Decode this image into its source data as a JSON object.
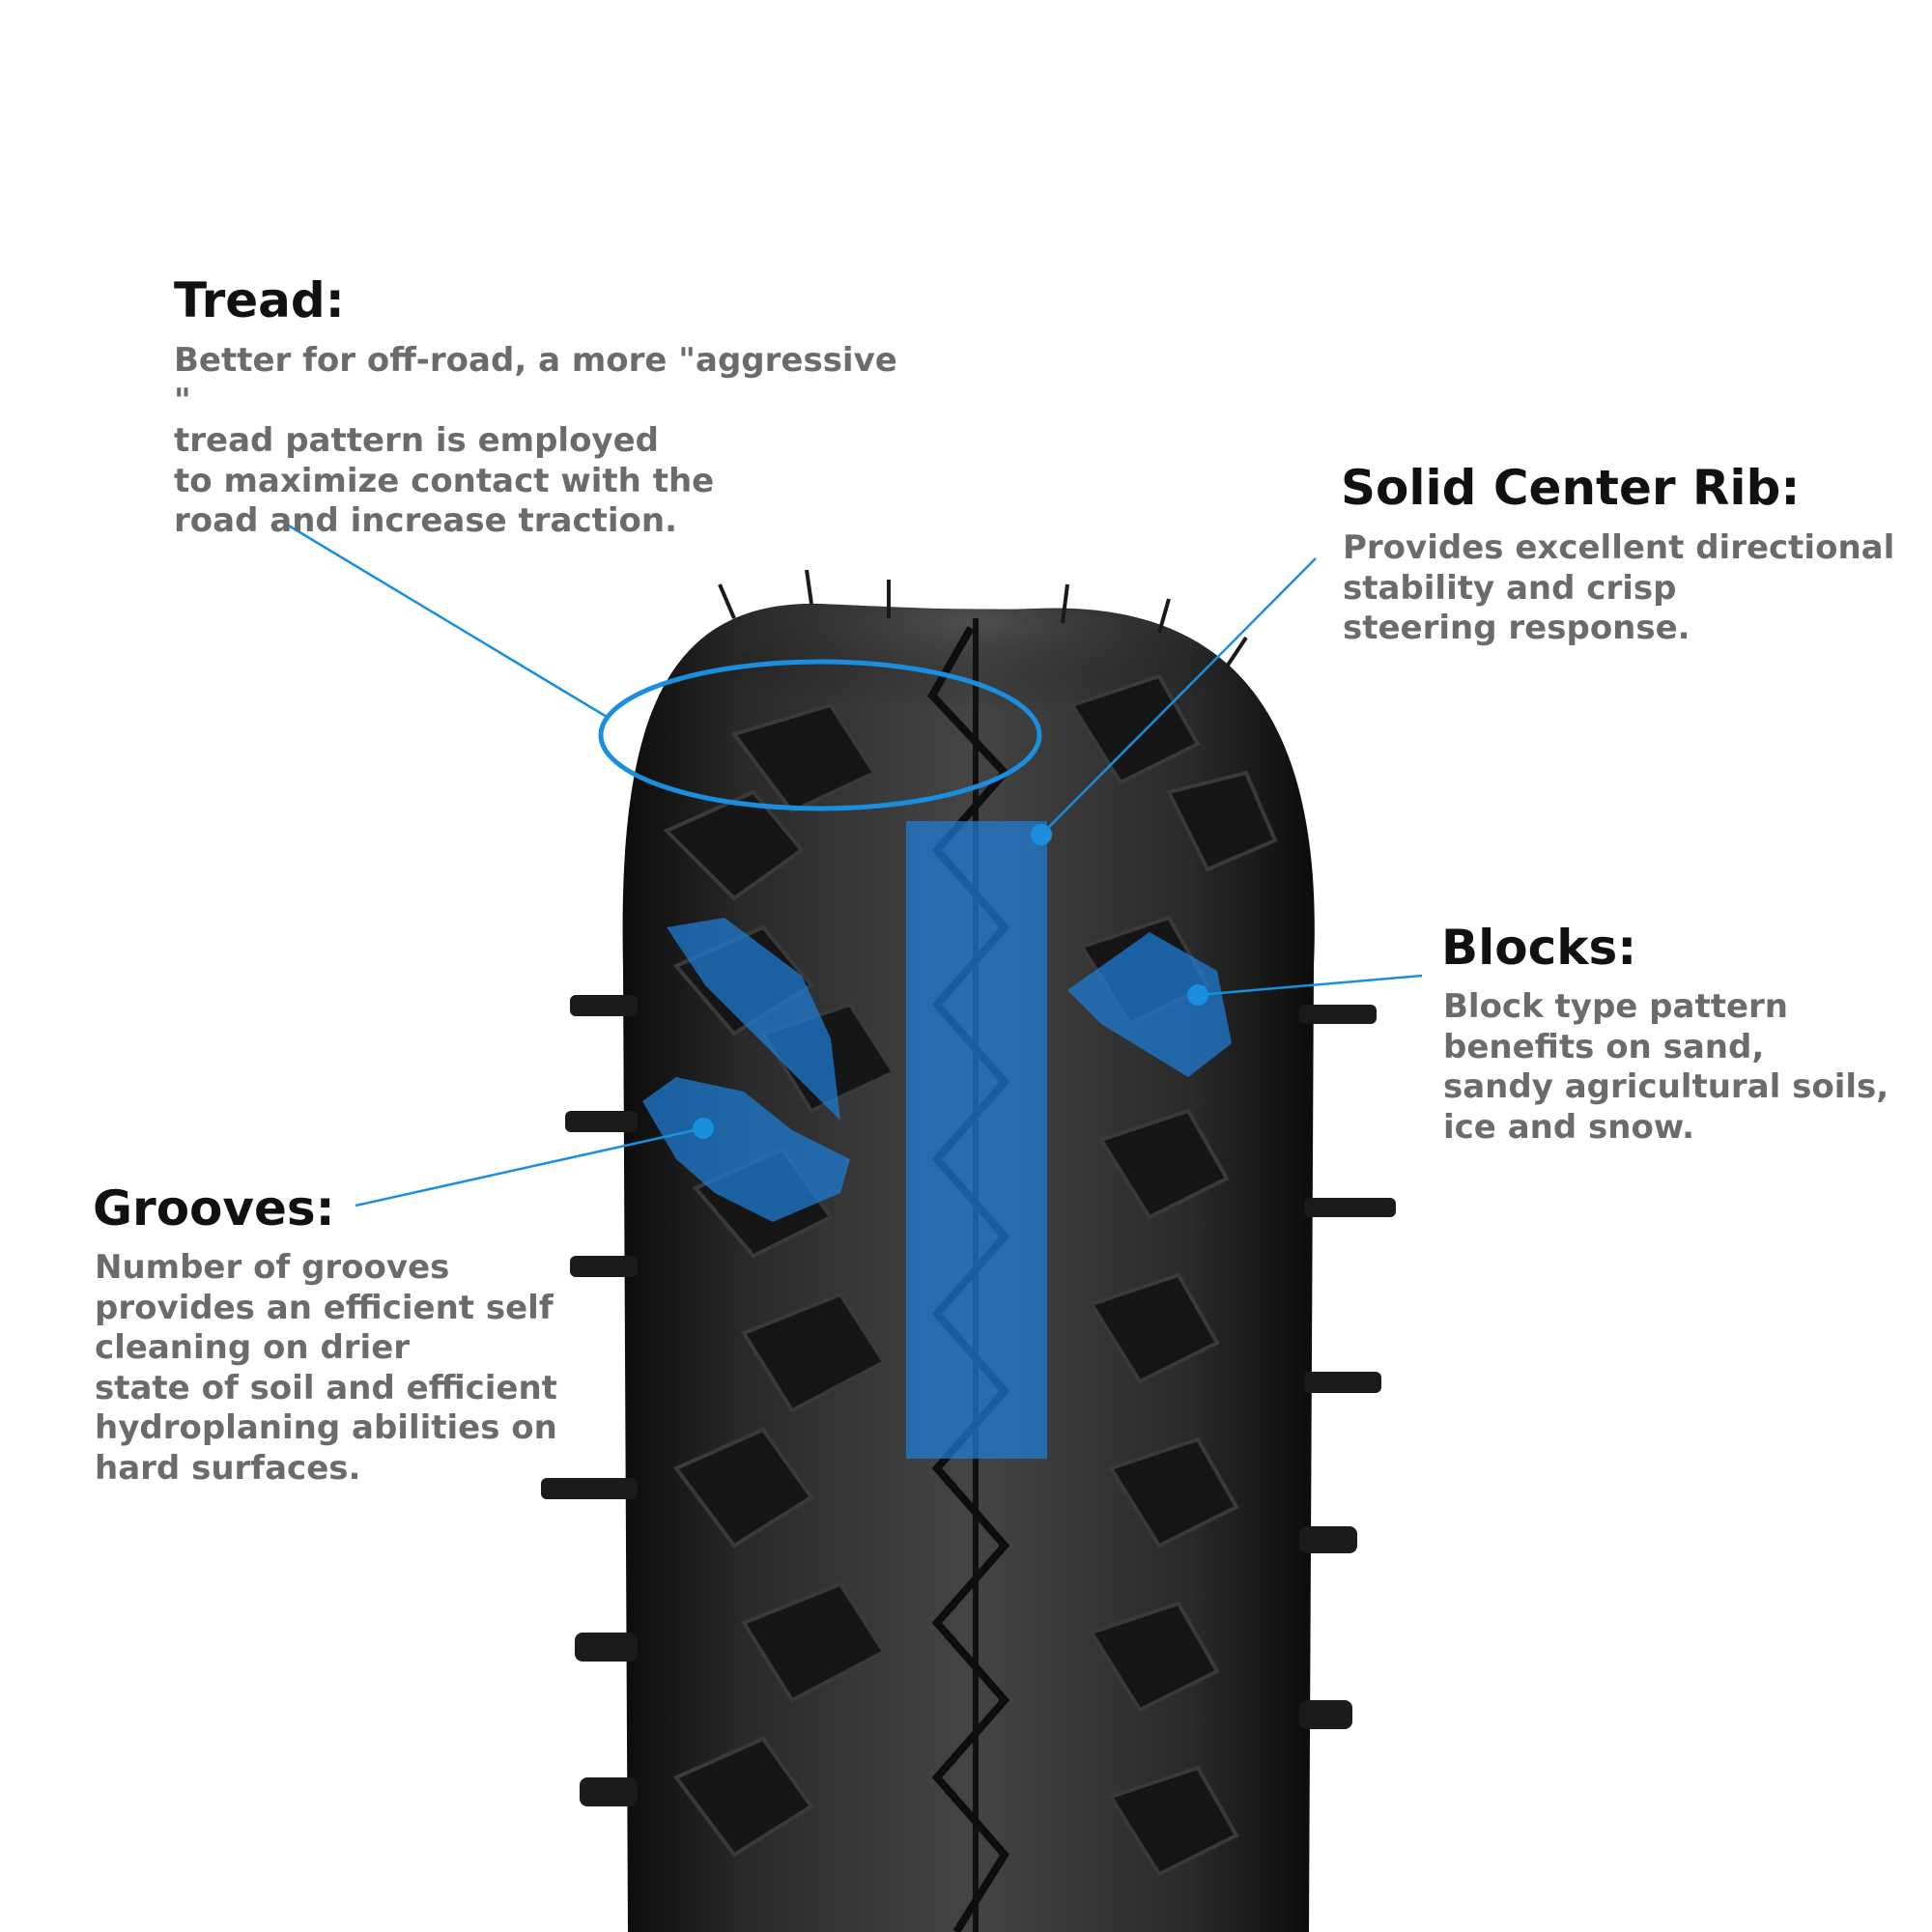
{
  "accent_color": "#1a8fe0",
  "highlight_color": "#1f7fd8",
  "tire": {
    "image": "tire-photo",
    "tread_ring": "tread-highlight-ellipse"
  },
  "callouts": {
    "tread": {
      "title": "Tread:",
      "description": "Better for off-road, a more \"aggressive \"\ntread pattern is employed\nto maximize contact with the\nroad and increase traction."
    },
    "center_rib": {
      "title": "Solid Center Rib:",
      "description": "Provides excellent directional\nstability and crisp\nsteering response."
    },
    "blocks": {
      "title": "Blocks:",
      "description": "Block type pattern\nbenefits on sand,\nsandy agricultural soils,\nice and snow."
    },
    "grooves": {
      "title": "Grooves:",
      "description": "Number of grooves\nprovides an efficient self\ncleaning on drier\nstate of soil and efficient\nhydroplaning abilities on\nhard surfaces."
    }
  }
}
